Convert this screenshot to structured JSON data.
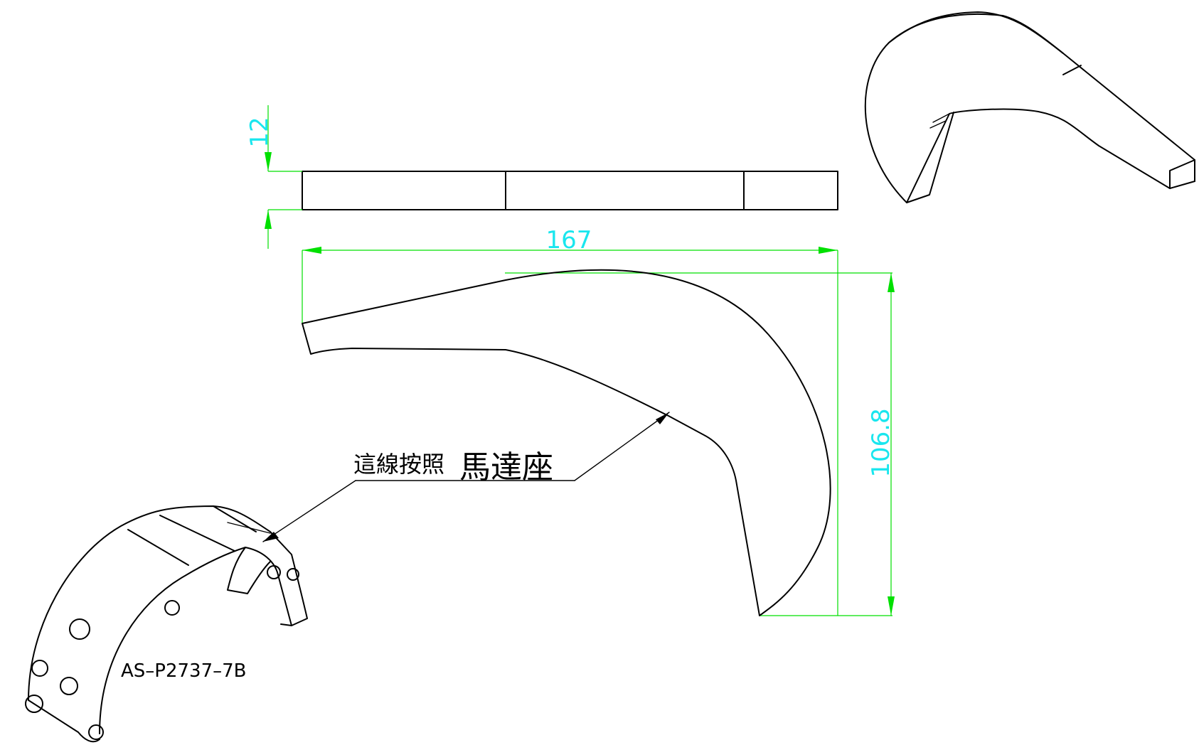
{
  "colors": {
    "outline": "#000000",
    "dimension_line": "#00e000",
    "dimension_text": "#19e6ee",
    "background": "#ffffff"
  },
  "dimensions": {
    "thickness": "12",
    "length": "167",
    "height": "106.8"
  },
  "note": {
    "small_part": "這線按照",
    "large_part": "馬達座"
  },
  "part_number": "AS–P2737–7B"
}
